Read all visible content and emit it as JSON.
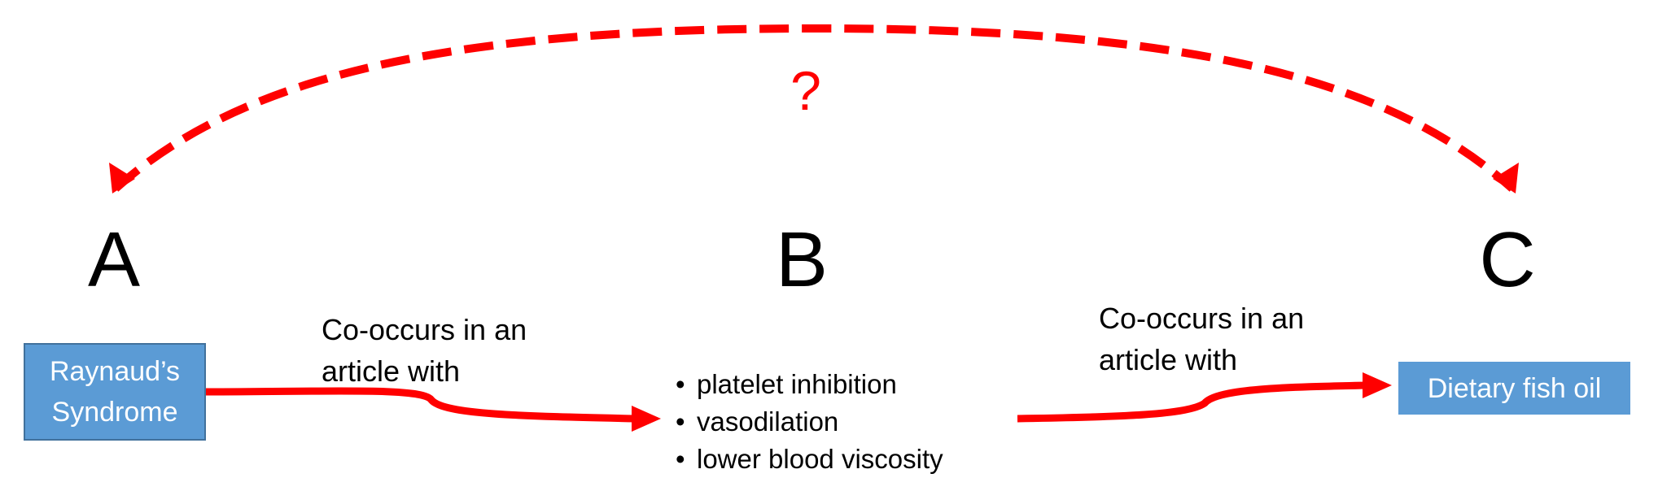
{
  "colors": {
    "arrow": "#ff0000",
    "box_fill": "#5b9bd5",
    "box_border": "#41719c",
    "text": "#000000",
    "box_text": "#ffffff"
  },
  "question_mark": "?",
  "nodes": {
    "a": {
      "letter": "A",
      "term_lines": [
        "Raynaud’s",
        "Syndrome"
      ]
    },
    "b": {
      "letter": "B",
      "items": [
        "platelet inhibition",
        "vasodilation",
        "lower blood viscosity"
      ]
    },
    "c": {
      "letter": "C",
      "term_lines": [
        "Dietary fish oil"
      ]
    }
  },
  "edges": {
    "a_to_b": {
      "label_lines": [
        "Co-occurs in an",
        "article with"
      ]
    },
    "b_to_c": {
      "label_lines": [
        "Co-occurs in an",
        "article with"
      ]
    }
  }
}
